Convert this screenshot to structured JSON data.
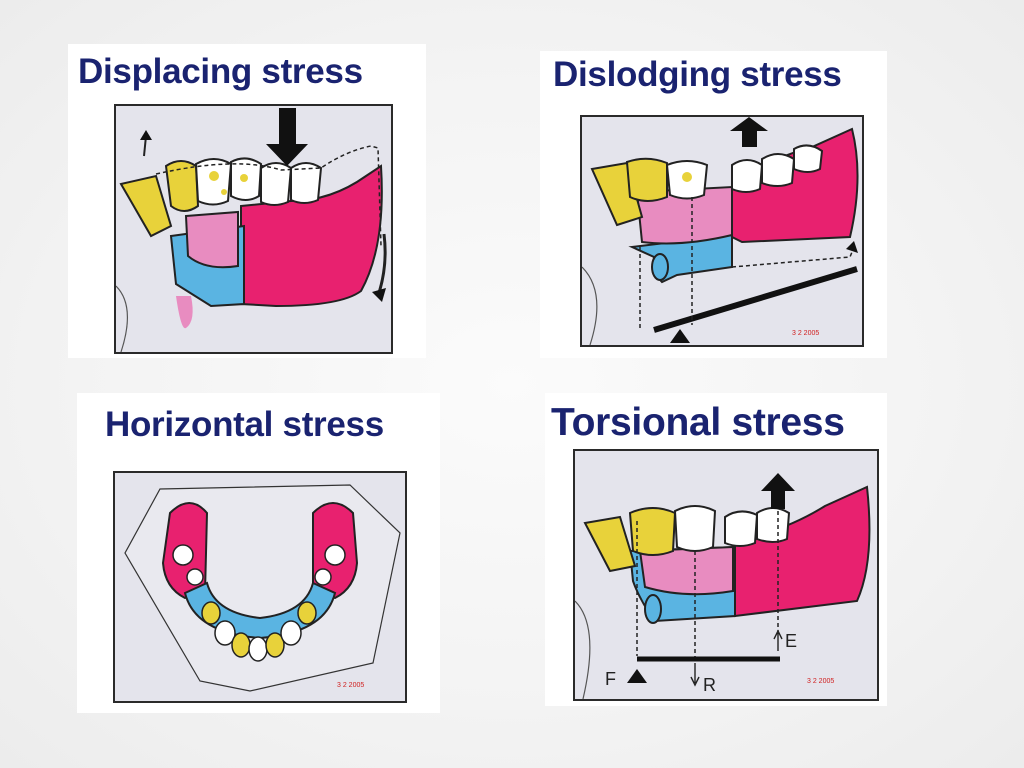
{
  "slide": {
    "panels": [
      {
        "title": "Displacing stress"
      },
      {
        "title": "Dislodging stress",
        "stamp": "3  2 2005"
      },
      {
        "title": "Horizontal stress",
        "stamp": "3  2 2005"
      },
      {
        "title": "Torsional stress",
        "stamp": "3  2 2005",
        "labels": {
          "f": "F",
          "r": "R",
          "e": "E"
        }
      }
    ]
  },
  "colors": {
    "title": "#1a2370",
    "denture_base_pink": "#e8216f",
    "light_pink": "#e88cc0",
    "blue_connector": "#5ab4e2",
    "tooth_yellow": "#e8d23a",
    "arrow_black": "#111111"
  }
}
